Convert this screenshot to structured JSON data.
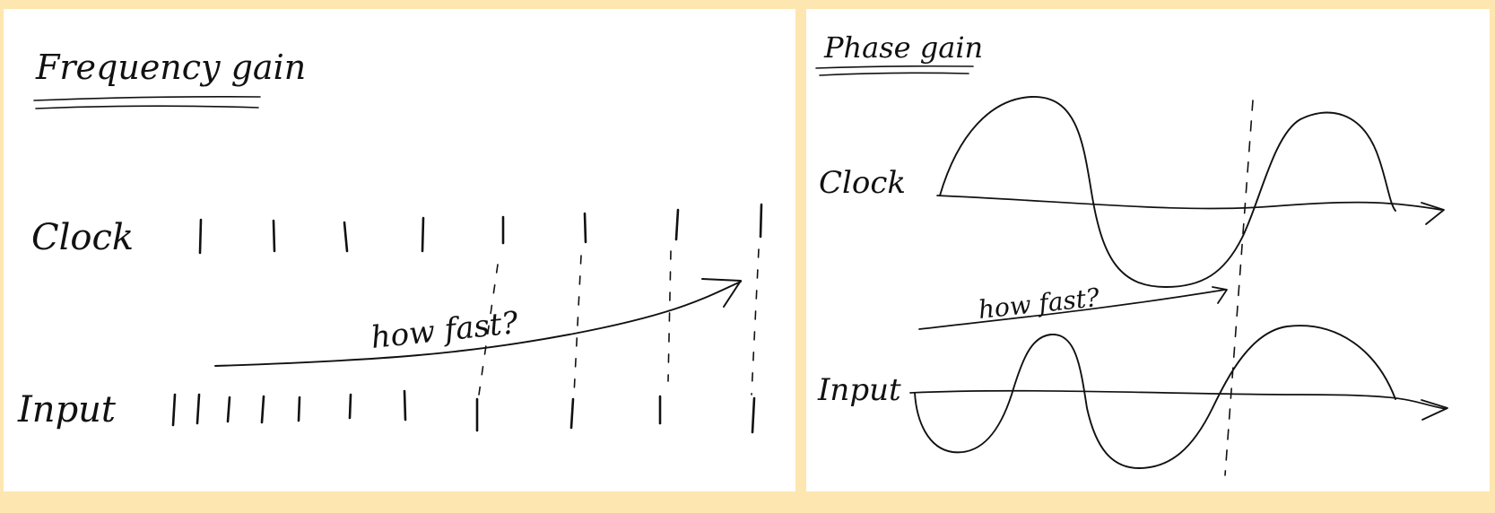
{
  "colors": {
    "border": "#FDE6B0",
    "paper": "#FFFFFF",
    "ink": "#111111"
  },
  "frequency_panel": {
    "title": "Frequency gain",
    "clock_label": "Clock",
    "input_label": "Input",
    "arrow_label": "how fast?"
  },
  "phase_panel": {
    "title": "Phase gain",
    "clock_label": "Clock",
    "input_label": "Input",
    "arrow_label": "how fast?"
  }
}
